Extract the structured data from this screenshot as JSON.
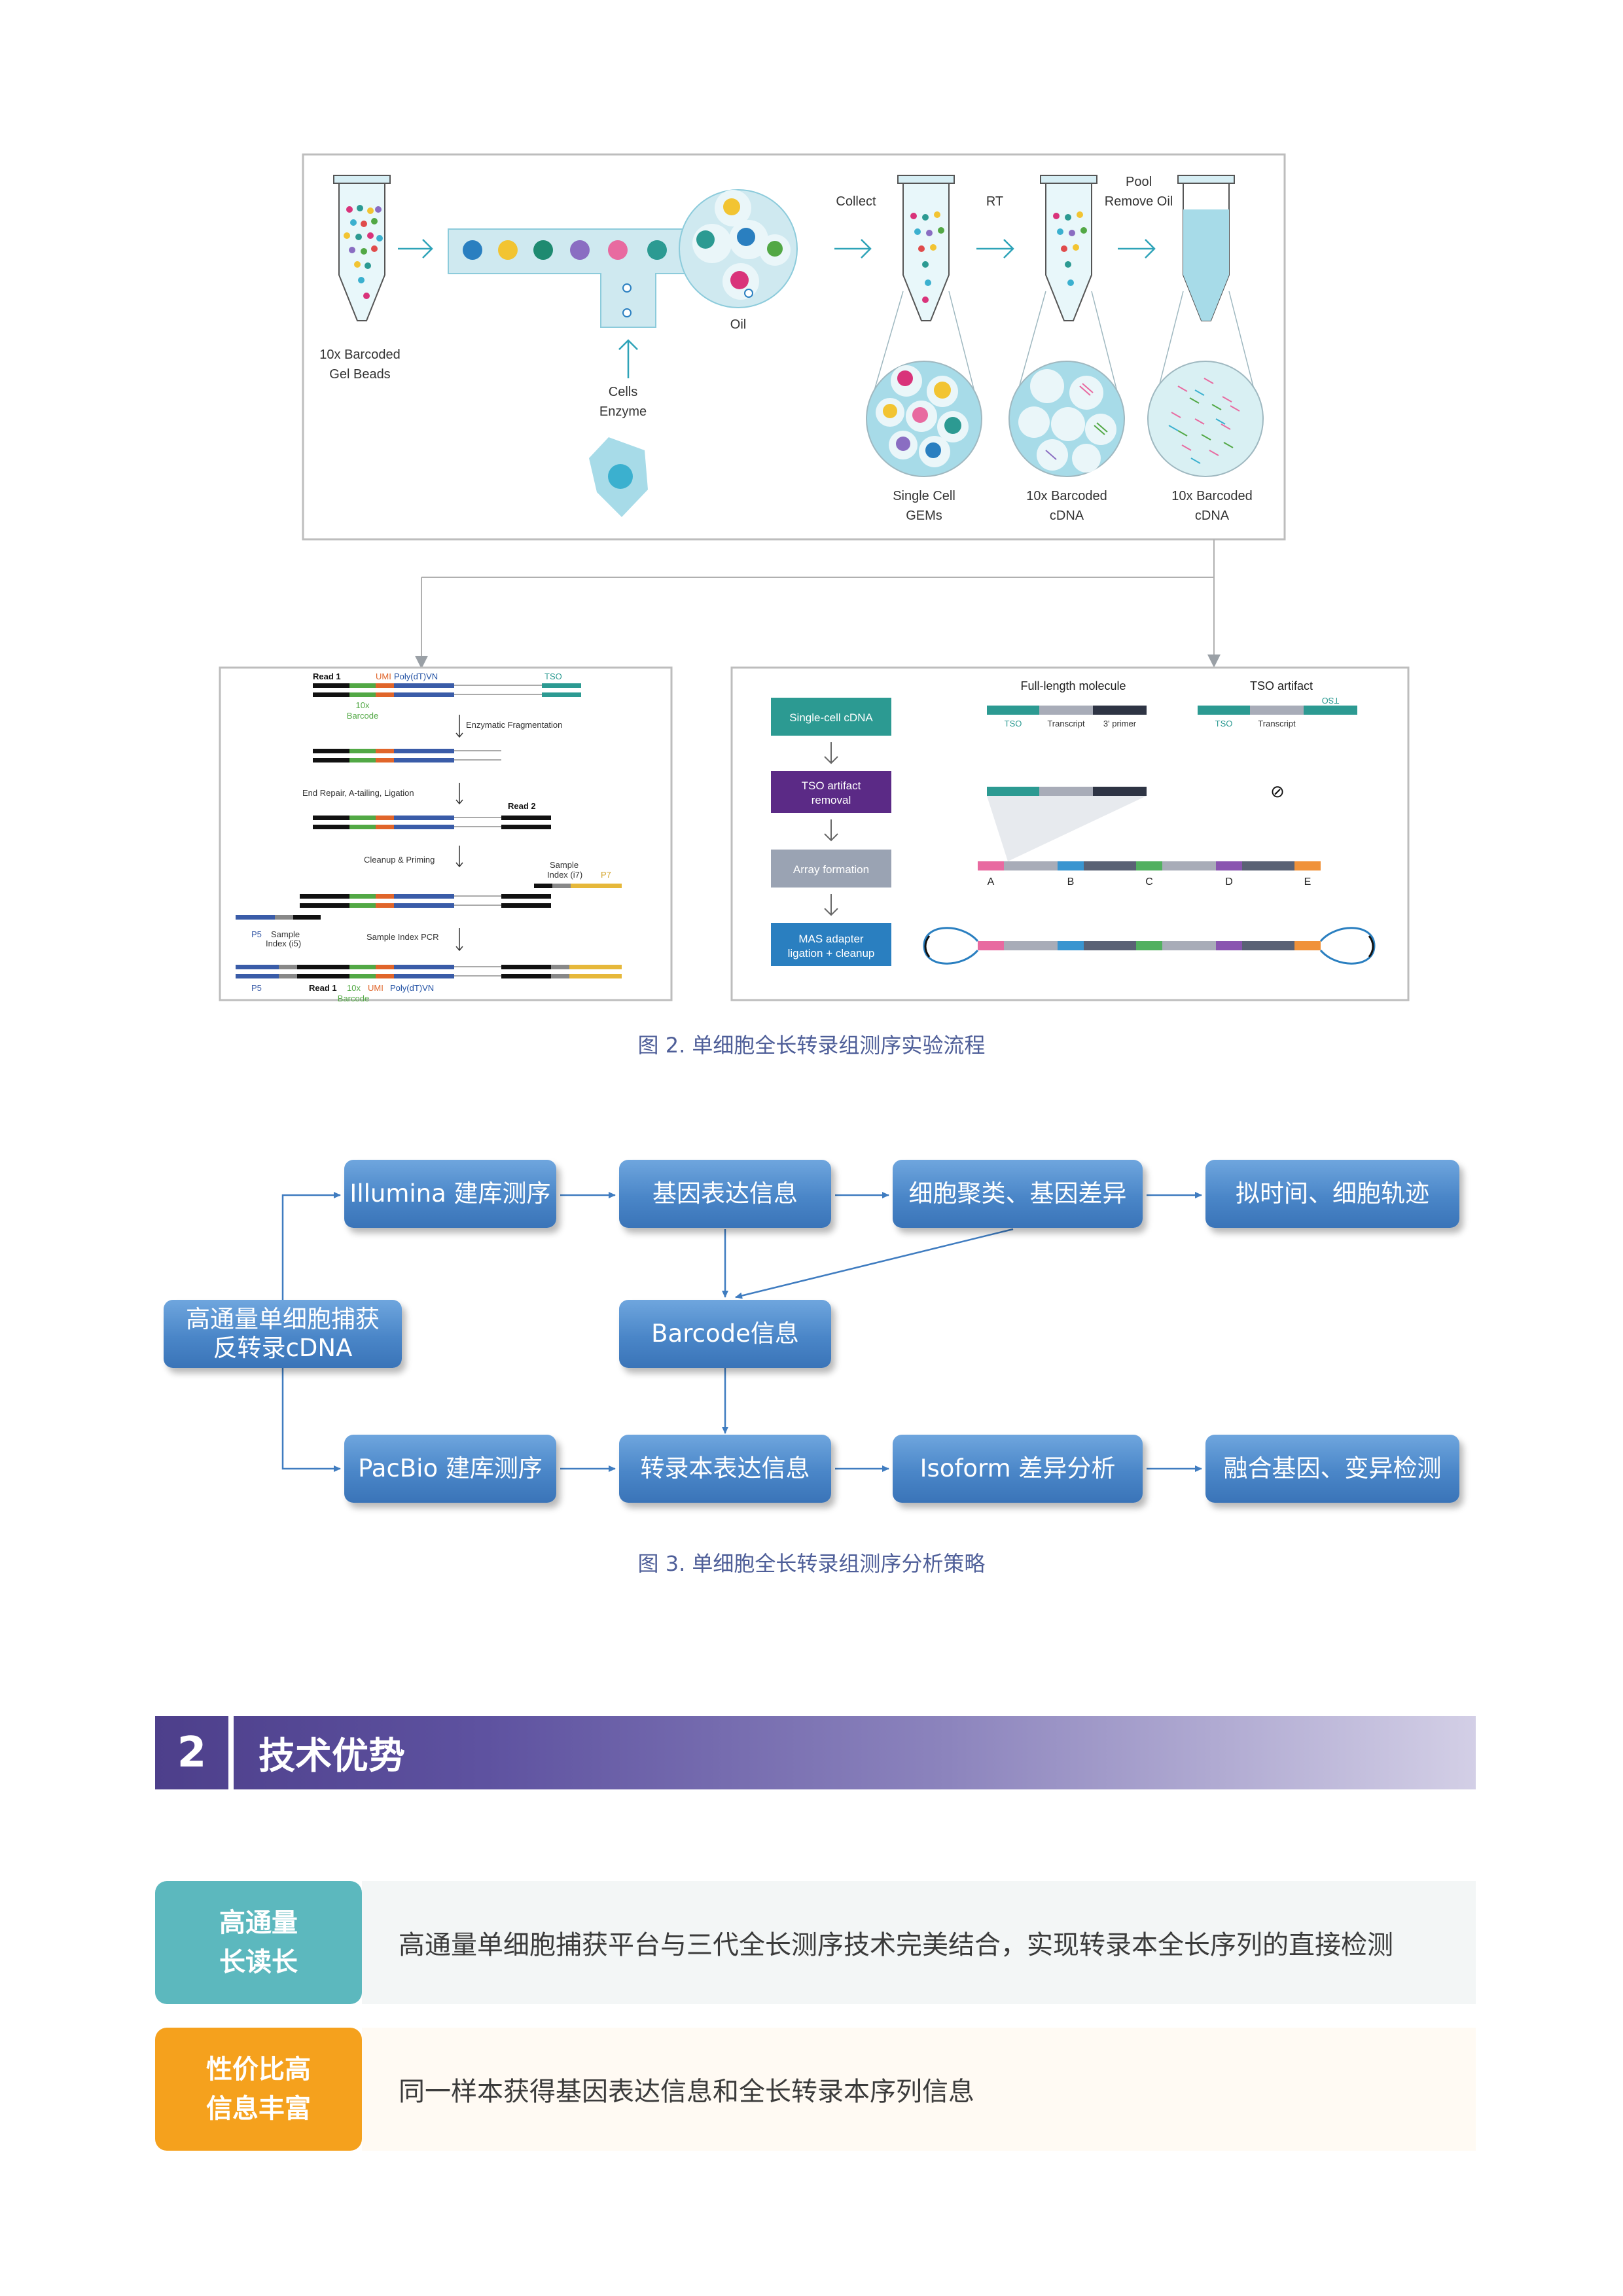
{
  "figure2": {
    "top_panel": {
      "gel_beads_line1": "10x Barcoded",
      "gel_beads_line2": "Gel Beads",
      "cells_line1": "Cells",
      "cells_line2": "Enzyme",
      "oil": "Oil",
      "collect": "Collect",
      "rt": "RT",
      "pool": "Pool",
      "remove_oil": "Remove Oil",
      "gems_line1": "Single Cell",
      "gems_line2": "GEMs",
      "cdna1_line1": "10x Barcoded",
      "cdna1_line2": "cDNA",
      "cdna2_line1": "10x Barcoded",
      "cdna2_line2": "cDNA"
    },
    "left_panel": {
      "read1": "Read 1",
      "umi": "UMI",
      "polydt": "Poly(dT)VN",
      "tso": "TSO",
      "barcode_10x": "10x",
      "barcode": "Barcode",
      "step1": "Enzymatic Fragmentation",
      "step2": "End Repair, A-tailing, Ligation",
      "read2": "Read 2",
      "step3": "Cleanup & Priming",
      "sample_index_i7_a": "Sample",
      "sample_index_i7_b": "Index (i7)",
      "p7": "P7",
      "p5": "P5",
      "sample_index_i5_a": "Sample",
      "sample_index_i5_b": "Index (i5)",
      "step4": "Sample Index PCR",
      "p5_bottom": "P5",
      "read1_bottom": "Read 1",
      "tenx_bottom": "10x",
      "umi_bottom": "UMI",
      "polydt_bottom": "Poly(dT)VN",
      "barcode_bottom": "Barcode"
    },
    "right_panel": {
      "flow": [
        "Single-cell cDNA",
        "TSO artifact|removal",
        "Array formation",
        "MAS adapter|ligation + cleanup"
      ],
      "full_length": "Full-length molecule",
      "tso_artifact": "TSO artifact",
      "seg_tso": "TSO",
      "seg_transcript": "Transcript",
      "seg_primer": "3' primer",
      "seg_tso2": "TSO",
      "seg_transcript2": "Transcript",
      "seg_tso_flipped": "TSO",
      "null_symbol": "⊘",
      "letters": [
        "A",
        "B",
        "C",
        "D",
        "E"
      ]
    },
    "caption": "图 2. 单细胞全长转录组测序实验流程"
  },
  "figure3": {
    "start_node": [
      "高通量单细胞捕获",
      "反转录cDNA"
    ],
    "illumina": "Illumina 建库测序",
    "gene_expression": "基因表达信息",
    "clustering": "细胞聚类、基因差异",
    "pseudotime": "拟时间、细胞轨迹",
    "barcode_info": "Barcode信息",
    "pacbio": "PacBio 建库测序",
    "transcript_expression": "转录本表达信息",
    "isoform": "Isoform 差异分析",
    "fusion": "融合基因、变异检测",
    "caption": "图 3. 单细胞全长转录组测序分析策略"
  },
  "section": {
    "number": "2",
    "title": "技术优势"
  },
  "features": [
    {
      "label_line1": "高通量",
      "label_line2": "长读长",
      "text": "高通量单细胞捕获平台与三代全长测序技术完美结合，实现转录本全长序列的直接检测"
    },
    {
      "label_line1": "性价比高",
      "label_line2": "信息丰富",
      "text": "同一样本获得基因表达信息和全长转录本序列信息"
    }
  ],
  "colors": {
    "caption": "#4e5e98",
    "flow_box": "#4a86c8",
    "section_start": "#4d3f8b",
    "section_end": "#d3cfe6",
    "feature1": "#5cb8be",
    "feature2": "#f5a11d",
    "teal": "#2c9a92",
    "purple": "#5b2a86"
  }
}
